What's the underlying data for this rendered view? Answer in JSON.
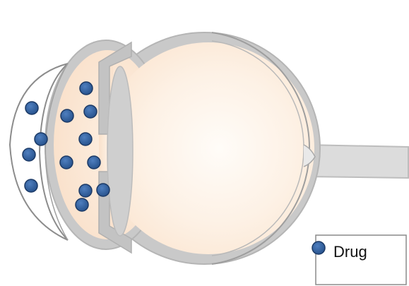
{
  "legend": {
    "label": "Drug"
  },
  "colors": {
    "background": "#ffffff",
    "eye_wall": "#c9c9c9",
    "eye_wall_edge": "#b3b3b3",
    "eye_interior": "#fdf0e4",
    "eye_interior_center": "#fffaf5",
    "lens": "#cfcfcf",
    "optic_nerve": "#dcdcdc",
    "contact_lens_outline": "#8c8c8c",
    "drug_fill": "#2e5a94",
    "drug_edge": "#1c3a66",
    "legend_border": "#8a8a8a"
  },
  "drug_particles": [
    {
      "id": "d1"
    },
    {
      "id": "d2"
    },
    {
      "id": "d3"
    },
    {
      "id": "d4"
    },
    {
      "id": "d5"
    },
    {
      "id": "d6"
    },
    {
      "id": "d7"
    },
    {
      "id": "d8"
    },
    {
      "id": "d9"
    },
    {
      "id": "d10"
    },
    {
      "id": "d11"
    },
    {
      "id": "d12"
    },
    {
      "id": "d13"
    },
    {
      "id": "d14"
    }
  ]
}
